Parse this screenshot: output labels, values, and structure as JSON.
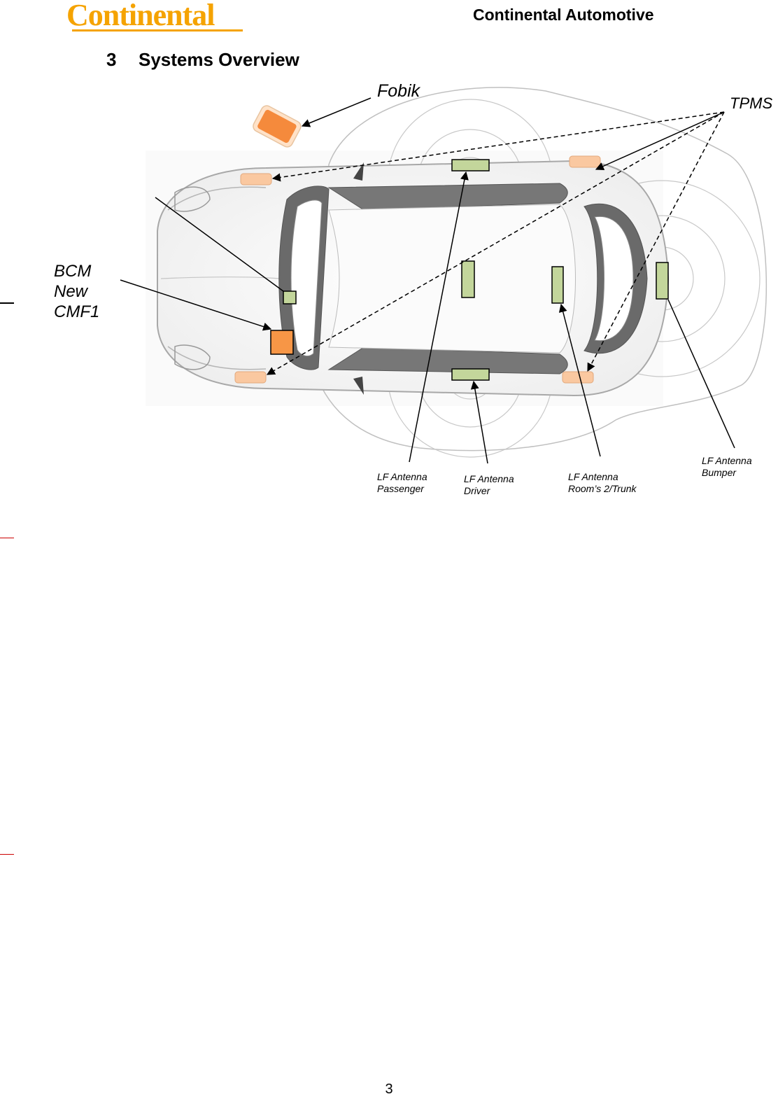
{
  "header": {
    "logo_text": "Continental",
    "company": "Continental Automotive"
  },
  "section": {
    "number": "3",
    "title": "Systems Overview"
  },
  "diagram": {
    "labels": {
      "fobik": "Fobik",
      "tpms": "TPMS",
      "bcm": [
        "BCM",
        "New",
        "CMF1"
      ],
      "lf_passenger": [
        "LF Antenna",
        "Passenger"
      ],
      "lf_driver": [
        "LF Antenna",
        "Driver"
      ],
      "lf_room2_trunk": [
        "LF Antenna",
        "Room’s 2/Trunk"
      ],
      "lf_bumper": [
        "LF Antenna",
        "Bumper"
      ]
    },
    "colors": {
      "antenna_fill": "#c3d69b",
      "bcm_fill": "#f79646",
      "tpms_fill": "#fac8a0",
      "fob_fill": "#f58a3c",
      "logo": "#f5a300",
      "car_outline": "#b0b0b0",
      "window": "#6a6a6a"
    }
  },
  "footer": {
    "page_number": "3"
  }
}
